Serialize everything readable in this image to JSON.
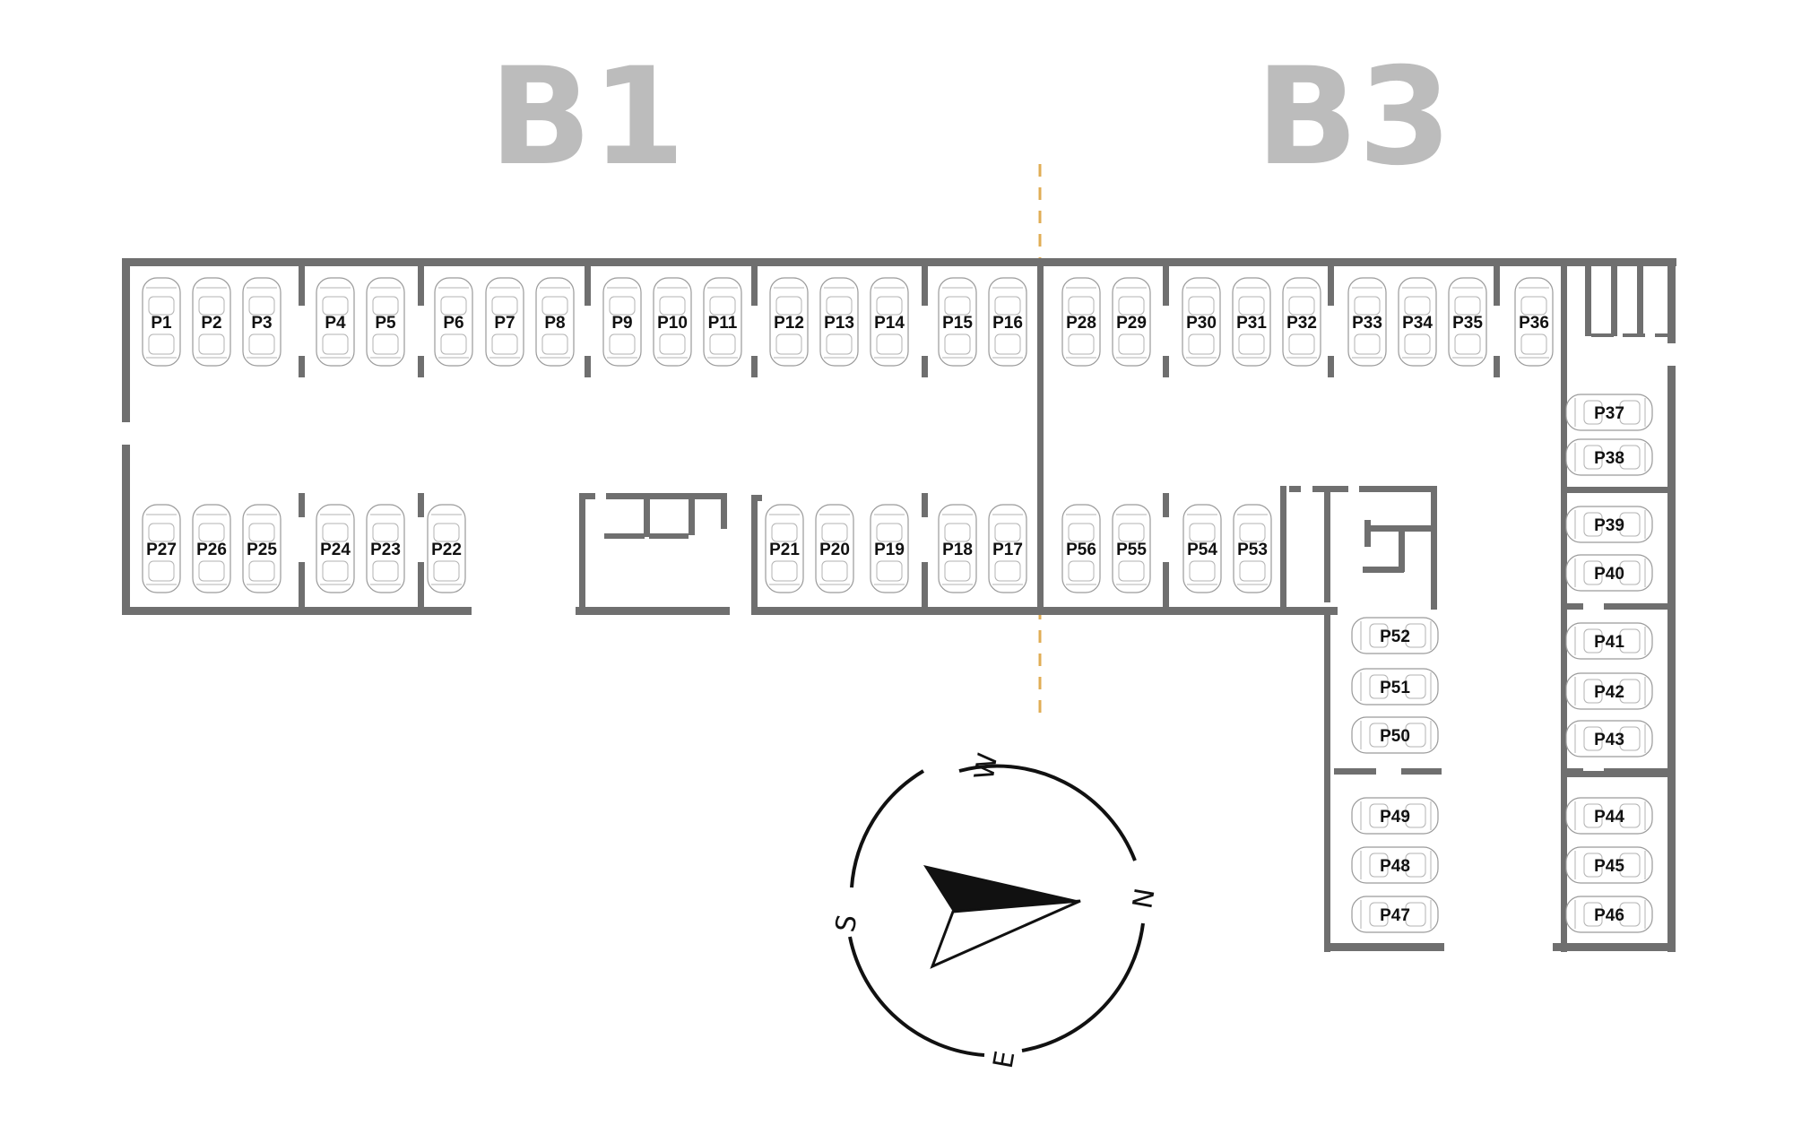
{
  "zones": [
    {
      "id": "b1",
      "label": "B1"
    },
    {
      "id": "b3",
      "label": "B3"
    }
  ],
  "compass": {
    "north": "N",
    "south": "S",
    "east": "E",
    "west": "W"
  },
  "spots": [
    "P1",
    "P2",
    "P3",
    "P4",
    "P5",
    "P6",
    "P7",
    "P8",
    "P9",
    "P10",
    "P11",
    "P12",
    "P13",
    "P14",
    "P15",
    "P16",
    "P17",
    "P18",
    "P19",
    "P20",
    "P21",
    "P22",
    "P23",
    "P24",
    "P25",
    "P26",
    "P27",
    "P28",
    "P29",
    "P30",
    "P31",
    "P32",
    "P33",
    "P34",
    "P35",
    "P36",
    "P37",
    "P38",
    "P39",
    "P40",
    "P41",
    "P42",
    "P43",
    "P44",
    "P45",
    "P46",
    "P47",
    "P48",
    "P49",
    "P50",
    "P51",
    "P52",
    "P53",
    "P54",
    "P55",
    "P56"
  ],
  "colors": {
    "title": "#bcbcbc",
    "wall": "#6f6f6f",
    "divider": "#e0ad55",
    "ink": "#111111"
  }
}
